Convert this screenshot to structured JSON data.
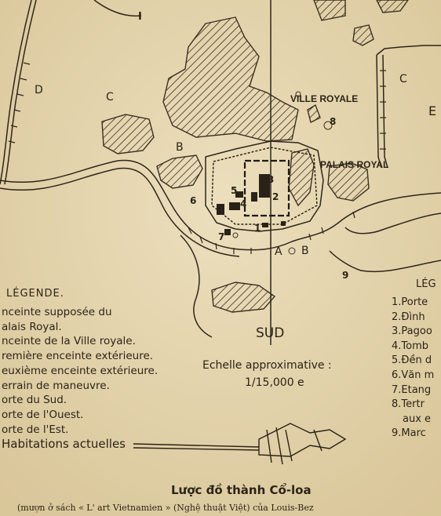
{
  "map": {
    "labels": {
      "ville_royale": "VILLE ROYALE",
      "palais_royal": "PALAIS ROYAL",
      "sud": "SUD",
      "e_edge": "E",
      "b_left": "B",
      "c_top": "C",
      "c_right": "C",
      "d_left": "D",
      "a_gate": "A",
      "b_gate": "B",
      "n1": "1",
      "n2": "2",
      "n3": "3",
      "n4": "4",
      "n5": "5",
      "n6": "6",
      "n7": "7",
      "n8": "8",
      "n9": "9",
      "top_i": "I"
    },
    "scale_text": "Echelle approximative :",
    "scale_value": "1/15,000 e"
  },
  "legend": {
    "title": "LÉGENDE.",
    "items": [
      "nceinte supposée du",
      "alais Royal.",
      "nceinte de la Ville royale.",
      "remière enceinte extérieure.",
      "euxième enceinte extérieure.",
      "errain de maneuvre.",
      "orte du Sud.",
      "orte de l'Ouest.",
      "orte de l'Est.",
      "Habitations actuelles"
    ]
  },
  "right_legend": {
    "title": "LÉG",
    "items": [
      "1.Porte",
      "2.Đình",
      "3.Pagoo",
      "4.Tomb",
      "5.Đền d",
      "6.Văn m",
      "7.Etang",
      "8.Tertr",
      "aux e",
      "9.Marc"
    ]
  },
  "caption": {
    "title": "Lược đồ thành Cổ-loa",
    "source": "(mượn ở sách « L' art Vietnamien » (Nghệ thuật Việt) của Louis-Bez"
  }
}
